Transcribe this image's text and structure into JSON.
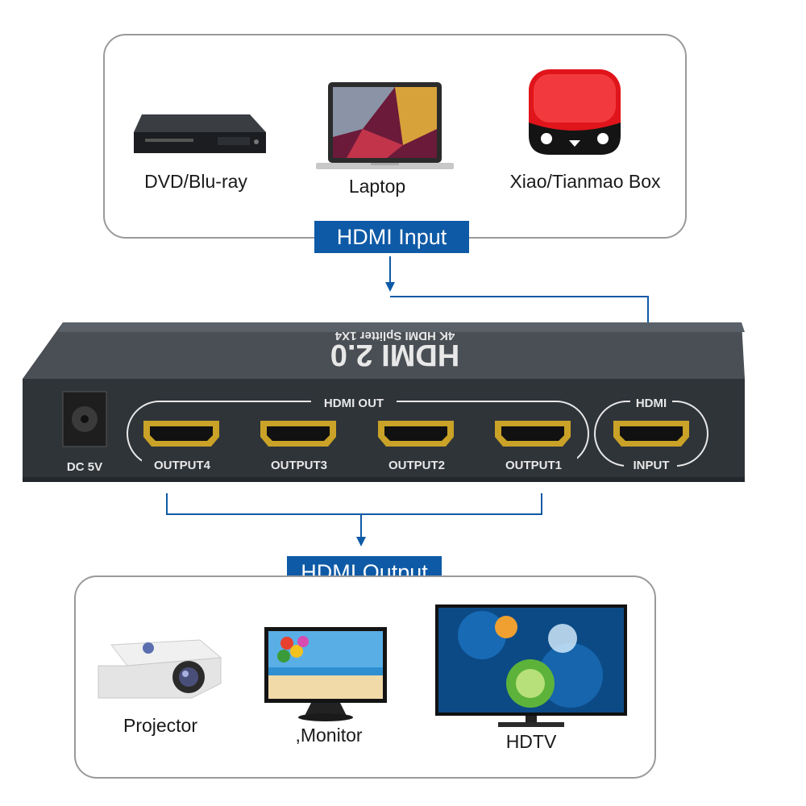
{
  "input_section": {
    "title": "HDMI Input",
    "devices": [
      {
        "label": "DVD/Blu-ray",
        "icon": "dvd-player-icon"
      },
      {
        "label": "Laptop",
        "icon": "laptop-icon"
      },
      {
        "label": "Xiao/Tianmao Box",
        "icon": "tv-box-icon"
      }
    ]
  },
  "splitter": {
    "brand": "HDMI 2.0",
    "model": "4K HDMI Splitter 1X4",
    "power_label": "DC 5V",
    "out_group_label": "HDMI OUT",
    "outputs": [
      "OUTPUT4",
      "OUTPUT3",
      "OUTPUT2",
      "OUTPUT1"
    ],
    "in_group_label": "HDMI",
    "input_label": "INPUT"
  },
  "output_section": {
    "title": "HDMI Output",
    "devices": [
      {
        "label": "Projector",
        "icon": "projector-icon"
      },
      {
        "label": ",Monitor",
        "icon": "monitor-icon"
      },
      {
        "label": "HDTV",
        "icon": "hdtv-icon"
      }
    ]
  },
  "colors": {
    "accent": "#0e5aa6",
    "device_body": "#2f3439",
    "port_gold": "#c9a227"
  }
}
